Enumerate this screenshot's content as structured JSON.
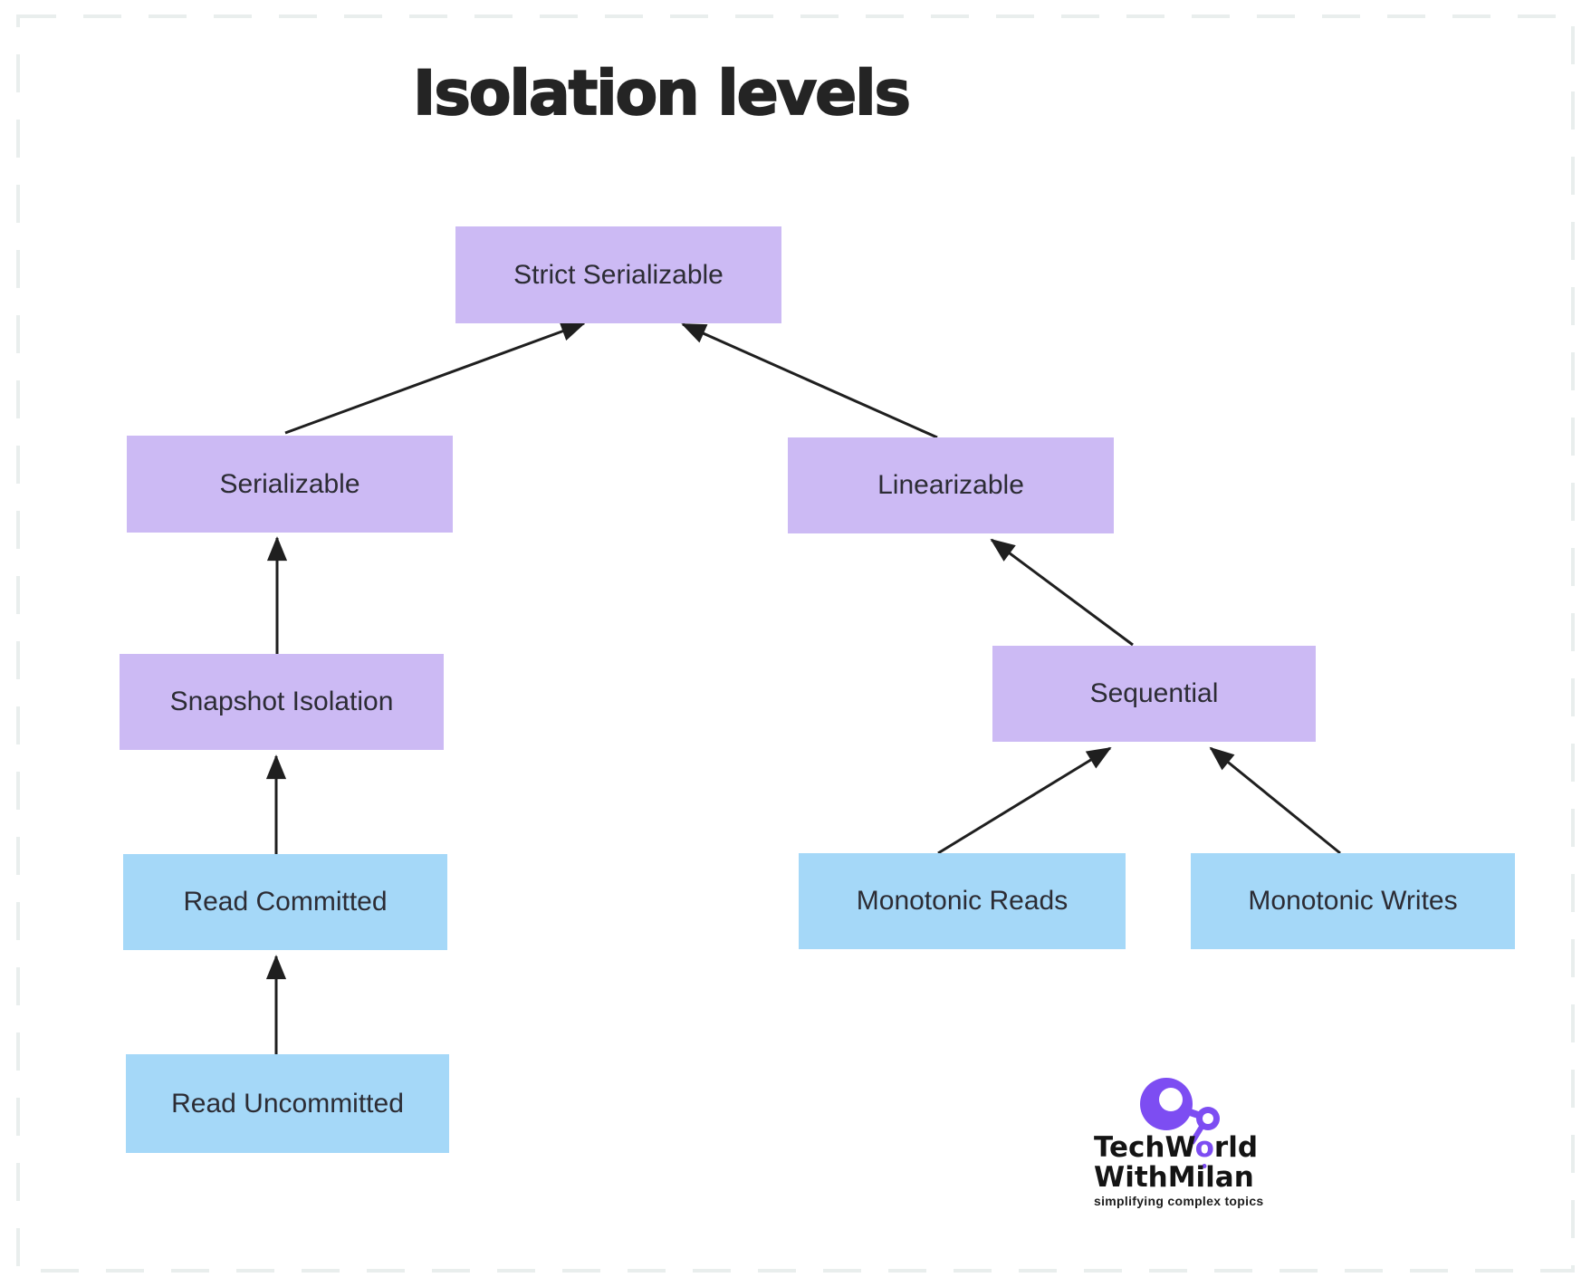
{
  "title": "Isolation levels",
  "diagram": {
    "nodes": [
      {
        "id": "strict-serializable",
        "label": "Strict Serializable",
        "variant": "purple"
      },
      {
        "id": "serializable",
        "label": "Serializable",
        "variant": "purple"
      },
      {
        "id": "linearizable",
        "label": "Linearizable",
        "variant": "purple"
      },
      {
        "id": "snapshot-isolation",
        "label": "Snapshot Isolation",
        "variant": "purple"
      },
      {
        "id": "sequential",
        "label": "Sequential",
        "variant": "purple"
      },
      {
        "id": "read-committed",
        "label": "Read Committed",
        "variant": "blue"
      },
      {
        "id": "monotonic-reads",
        "label": "Monotonic Reads",
        "variant": "blue"
      },
      {
        "id": "monotonic-writes",
        "label": "Monotonic Writes",
        "variant": "blue"
      },
      {
        "id": "read-uncommitted",
        "label": "Read Uncommitted",
        "variant": "blue"
      }
    ],
    "edges": [
      {
        "from": "serializable",
        "to": "strict-serializable"
      },
      {
        "from": "linearizable",
        "to": "strict-serializable"
      },
      {
        "from": "snapshot-isolation",
        "to": "serializable"
      },
      {
        "from": "read-committed",
        "to": "snapshot-isolation"
      },
      {
        "from": "read-uncommitted",
        "to": "read-committed"
      },
      {
        "from": "sequential",
        "to": "linearizable"
      },
      {
        "from": "monotonic-reads",
        "to": "sequential"
      },
      {
        "from": "monotonic-writes",
        "to": "sequential"
      }
    ]
  },
  "colors": {
    "purple_node": "#ccbaf4",
    "blue_node": "#a5d8f8",
    "arrow": "#1f1f1f",
    "node_text": "#2c2c34",
    "title_text": "#242424",
    "logo_purple": "#7d4df2",
    "frame_dash": "#e9eeed"
  },
  "logo": {
    "line1_pre": "TechW",
    "line1_o": "o",
    "line1_post": "rld",
    "line2": "WithMilan",
    "tagline": "simplifying complex topics"
  }
}
